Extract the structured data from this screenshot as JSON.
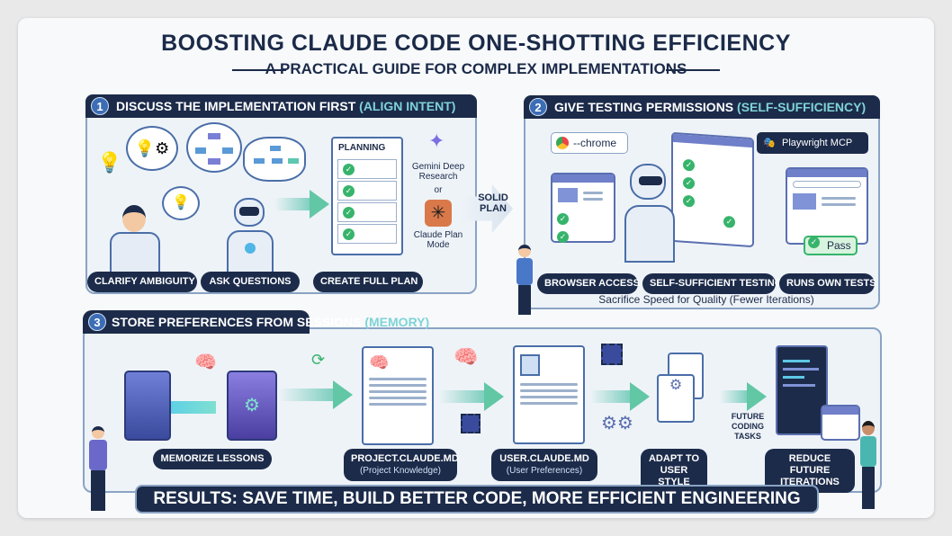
{
  "title": "BOOSTING CLAUDE CODE ONE-SHOTTING EFFICIENCY",
  "subtitle": "A PRACTICAL GUIDE FOR COMPLEX IMPLEMENTATIONS",
  "section1": {
    "number": "1",
    "heading": "DISCUSS THE IMPLEMENTATION FIRST",
    "accent": "(ALIGN INTENT)",
    "planning_doc": "PLANNING",
    "tool_a": "Gemini Deep Research",
    "or": "or",
    "tool_b": "Claude Plan Mode",
    "arrow_label": "SOLID PLAN",
    "pills": [
      "CLARIFY AMBIGUITY",
      "ASK QUESTIONS",
      "CREATE FULL PLAN"
    ]
  },
  "section2": {
    "number": "2",
    "heading": "GIVE TESTING PERMISSIONS",
    "accent": "(SELF-SUFFICIENCY)",
    "chrome_flag": "--chrome",
    "playwright": "Playwright MCP",
    "pass": "Pass",
    "pills": [
      "BROWSER ACCESS",
      "SELF-SUFFICIENT TESTING",
      "RUNS OWN TESTS"
    ],
    "note": "Sacrifice Speed for Quality (Fewer Iterations)"
  },
  "section3": {
    "number": "3",
    "heading": "STORE PREFERENCES FROM SESSIONS",
    "accent": "(MEMORY)",
    "steps": [
      {
        "label": "MEMORIZE LESSONS"
      },
      {
        "label": "PROJECT.CLAUDE.MD",
        "sub": "(Project Knowledge)"
      },
      {
        "label": "USER.CLAUDE.MD",
        "sub": "(User Preferences)"
      },
      {
        "label": "ADAPT TO USER STYLE"
      },
      {
        "label": "REDUCE FUTURE ITERATIONS"
      }
    ],
    "future_tasks": "FUTURE CODING TASKS"
  },
  "results": "RESULTS: SAVE TIME, BUILD BETTER CODE, MORE EFFICIENT ENGINEERING",
  "colors": {
    "navy": "#1c2b4a",
    "accent": "#7fd3d6",
    "green": "#37b46b"
  }
}
